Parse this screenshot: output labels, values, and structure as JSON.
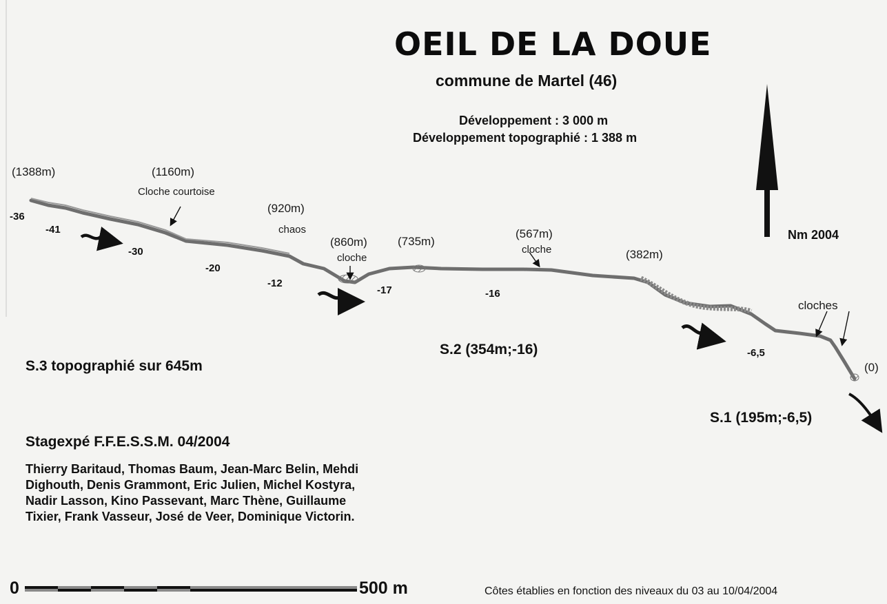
{
  "title": "OEIL DE LA DOUE",
  "subtitle": "commune de Martel (46)",
  "development": "Développement : 3 000 m",
  "development_topo": "Développement topographié : 1 388 m",
  "north_label": "Nm 2004",
  "distances": [
    "(1388m)",
    "(1160m)",
    "(920m)",
    "(860m)",
    "(735m)",
    "(567m)",
    "(382m)",
    "(0)"
  ],
  "notes": {
    "cloche_courtoise": "Cloche courtoise",
    "chaos": "chaos",
    "cloche_860": "cloche",
    "cloche_567": "cloche",
    "cloches": "cloches"
  },
  "depths": [
    "-36",
    "-41",
    "-30",
    "-20",
    "-12",
    "-17",
    "-16",
    "-6,5"
  ],
  "sumps": {
    "s3": "S.3 topographié sur 645m",
    "s2": "S.2 (354m;-16)",
    "s1": "S.1 (195m;-6,5)"
  },
  "team": {
    "title": "Stagexpé F.F.E.S.S.M. 04/2004",
    "lines": [
      "Thierry Baritaud, Thomas Baum, Jean-Marc Belin, Mehdi",
      "Dighouth, Denis Grammont, Eric Julien, Michel Kostyra,",
      "Nadir Lasson, Kino Passevant, Marc Thène, Guillaume",
      "Tixier, Frank Vasseur, José de Veer, Dominique Victorin."
    ]
  },
  "scale": {
    "start": "0",
    "end": "500 m"
  },
  "footer": "Côtes établies en fonction des niveaux du 03 au 10/04/2004",
  "colors": {
    "ink": "#111111",
    "passage": "#6e6e6e",
    "background": "#f4f4f2"
  }
}
